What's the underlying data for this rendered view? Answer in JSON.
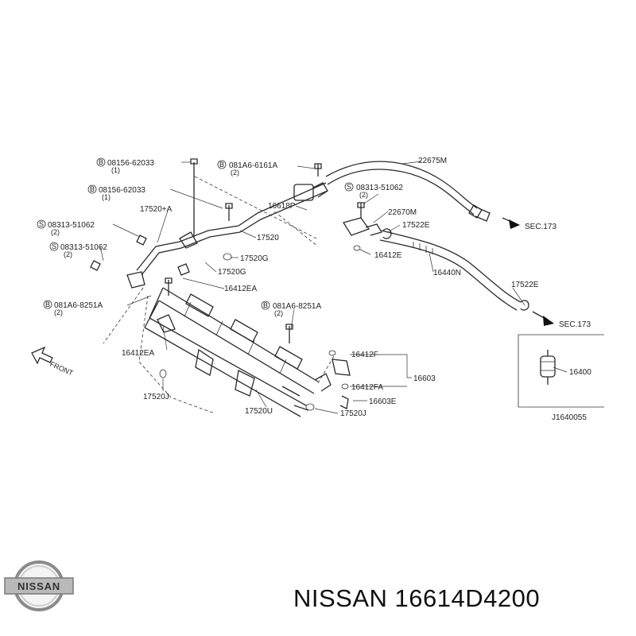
{
  "callouts": {
    "b_08156_62033_1": {
      "code": "08156-62033",
      "qty": "(1)"
    },
    "b_08156_62033_2": {
      "code": "08156-62033",
      "qty": "(1)"
    },
    "b_081A6_6161A": {
      "code": "081A6-6161A",
      "qty": "(2)"
    },
    "s_08313_51062_a": {
      "code": "08313-51062",
      "qty": "(2)"
    },
    "s_08313_51062_b": {
      "code": "08313-51062",
      "qty": "(2)"
    },
    "s_08313_51062_c": {
      "code": "08313-51062",
      "qty": "(2)"
    },
    "b_081A6_8251A_a": {
      "code": "081A6-8251A",
      "qty": "(2)"
    },
    "b_081A6_8251A_b": {
      "code": "081A6-8251A",
      "qty": "(2)"
    }
  },
  "prefix": {
    "bolt": "B",
    "screw": "S"
  },
  "parts": {
    "p22675M": "22675M",
    "p16618P": "16618P",
    "p22670M": "22670M",
    "p17522E_a": "17522E",
    "p17522E_b": "17522E",
    "p16412E": "16412E",
    "p16440N": "16440N",
    "p17520A": "17520+A",
    "p17520": "17520",
    "p17520G_a": "17520G",
    "p17520G_b": "17520G",
    "p16412EA_a": "16412EA",
    "p16412EA_b": "16412EA",
    "p16412F": "16412F",
    "p16603": "16603",
    "p16412FA": "16412FA",
    "p16603E": "16603E",
    "p17520J_a": "17520J",
    "p17520J_b": "17520J",
    "p17520U": "17520U",
    "p16400": "16400",
    "sec173_a": "SEC.173",
    "sec173_b": "SEC.173"
  },
  "front_label": "FRONT",
  "diagram_code": "J1640055",
  "brand": {
    "logo_text": "NISSAN",
    "part_title": "NISSAN 16614D4200"
  }
}
